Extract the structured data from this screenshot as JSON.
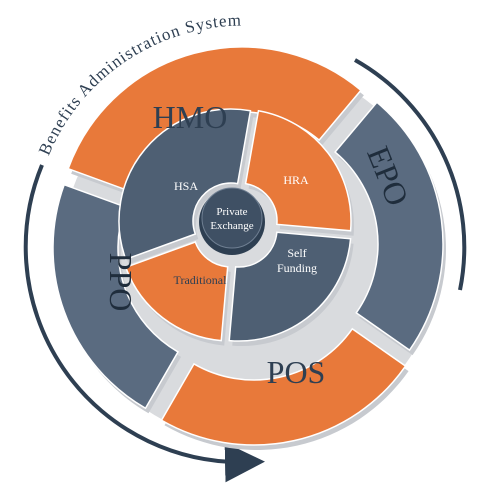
{
  "title": "Benefits Administration System",
  "outer_segments": [
    {
      "label": "HMO",
      "color": "#E8793A"
    },
    {
      "label": "EPO",
      "color": "#5A6B80"
    },
    {
      "label": "POS",
      "color": "#E8793A"
    },
    {
      "label": "PPO",
      "color": "#5A6B80"
    }
  ],
  "inner_segments": [
    {
      "label": "HSA",
      "color": "#4E5F73"
    },
    {
      "label": "HRA",
      "color": "#E8793A"
    },
    {
      "label": "Self Funding",
      "color": "#4E5F73"
    },
    {
      "label": "Traditional",
      "color": "#E8793A"
    }
  ],
  "center": {
    "label": "Private Exchange",
    "color": "#3F5064"
  },
  "colors": {
    "accent": "#E8793A",
    "slate": "#5A6B80",
    "dark": "#2E3F52",
    "arrow": "#2E3F52"
  }
}
